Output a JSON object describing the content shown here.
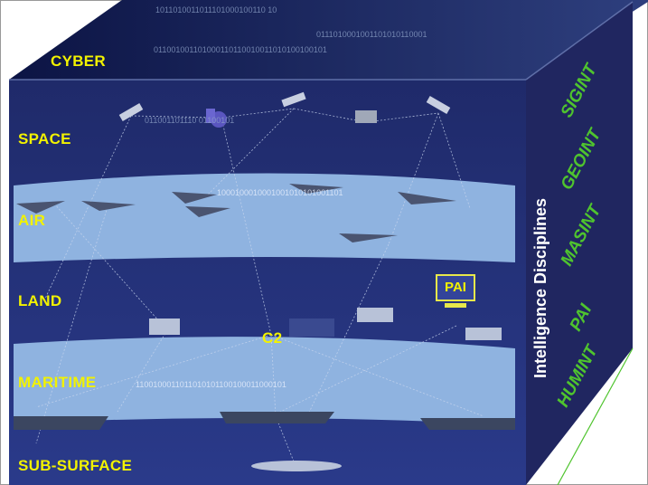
{
  "domains": {
    "cyber": "CYBER",
    "space": "SPACE",
    "air": "AIR",
    "land": "LAND",
    "maritime": "MARITIME",
    "subsurface": "SUB-SURFACE"
  },
  "c2_label": "C2",
  "pai_box_label": "PAI",
  "side_title": "Intelligence Disciplines",
  "disciplines": [
    "SIGINT",
    "GEOINT",
    "MASINT",
    "PAI",
    "HUMINT"
  ],
  "binary_strings": {
    "top1": "1011010011011101000100110 10",
    "top2": "0111010001001101010110001",
    "top3": "011001001101000110110010011010100100101",
    "space": "011001101110 01100101",
    "air": "1000100010001001010101001101",
    "maritime": "1100100011011010101100100011000101"
  },
  "colors": {
    "label_yellow": "#f2f200",
    "discipline_green": "#4fc42e",
    "dark_band": "#25337a",
    "light_band": "#8fb3e0"
  }
}
